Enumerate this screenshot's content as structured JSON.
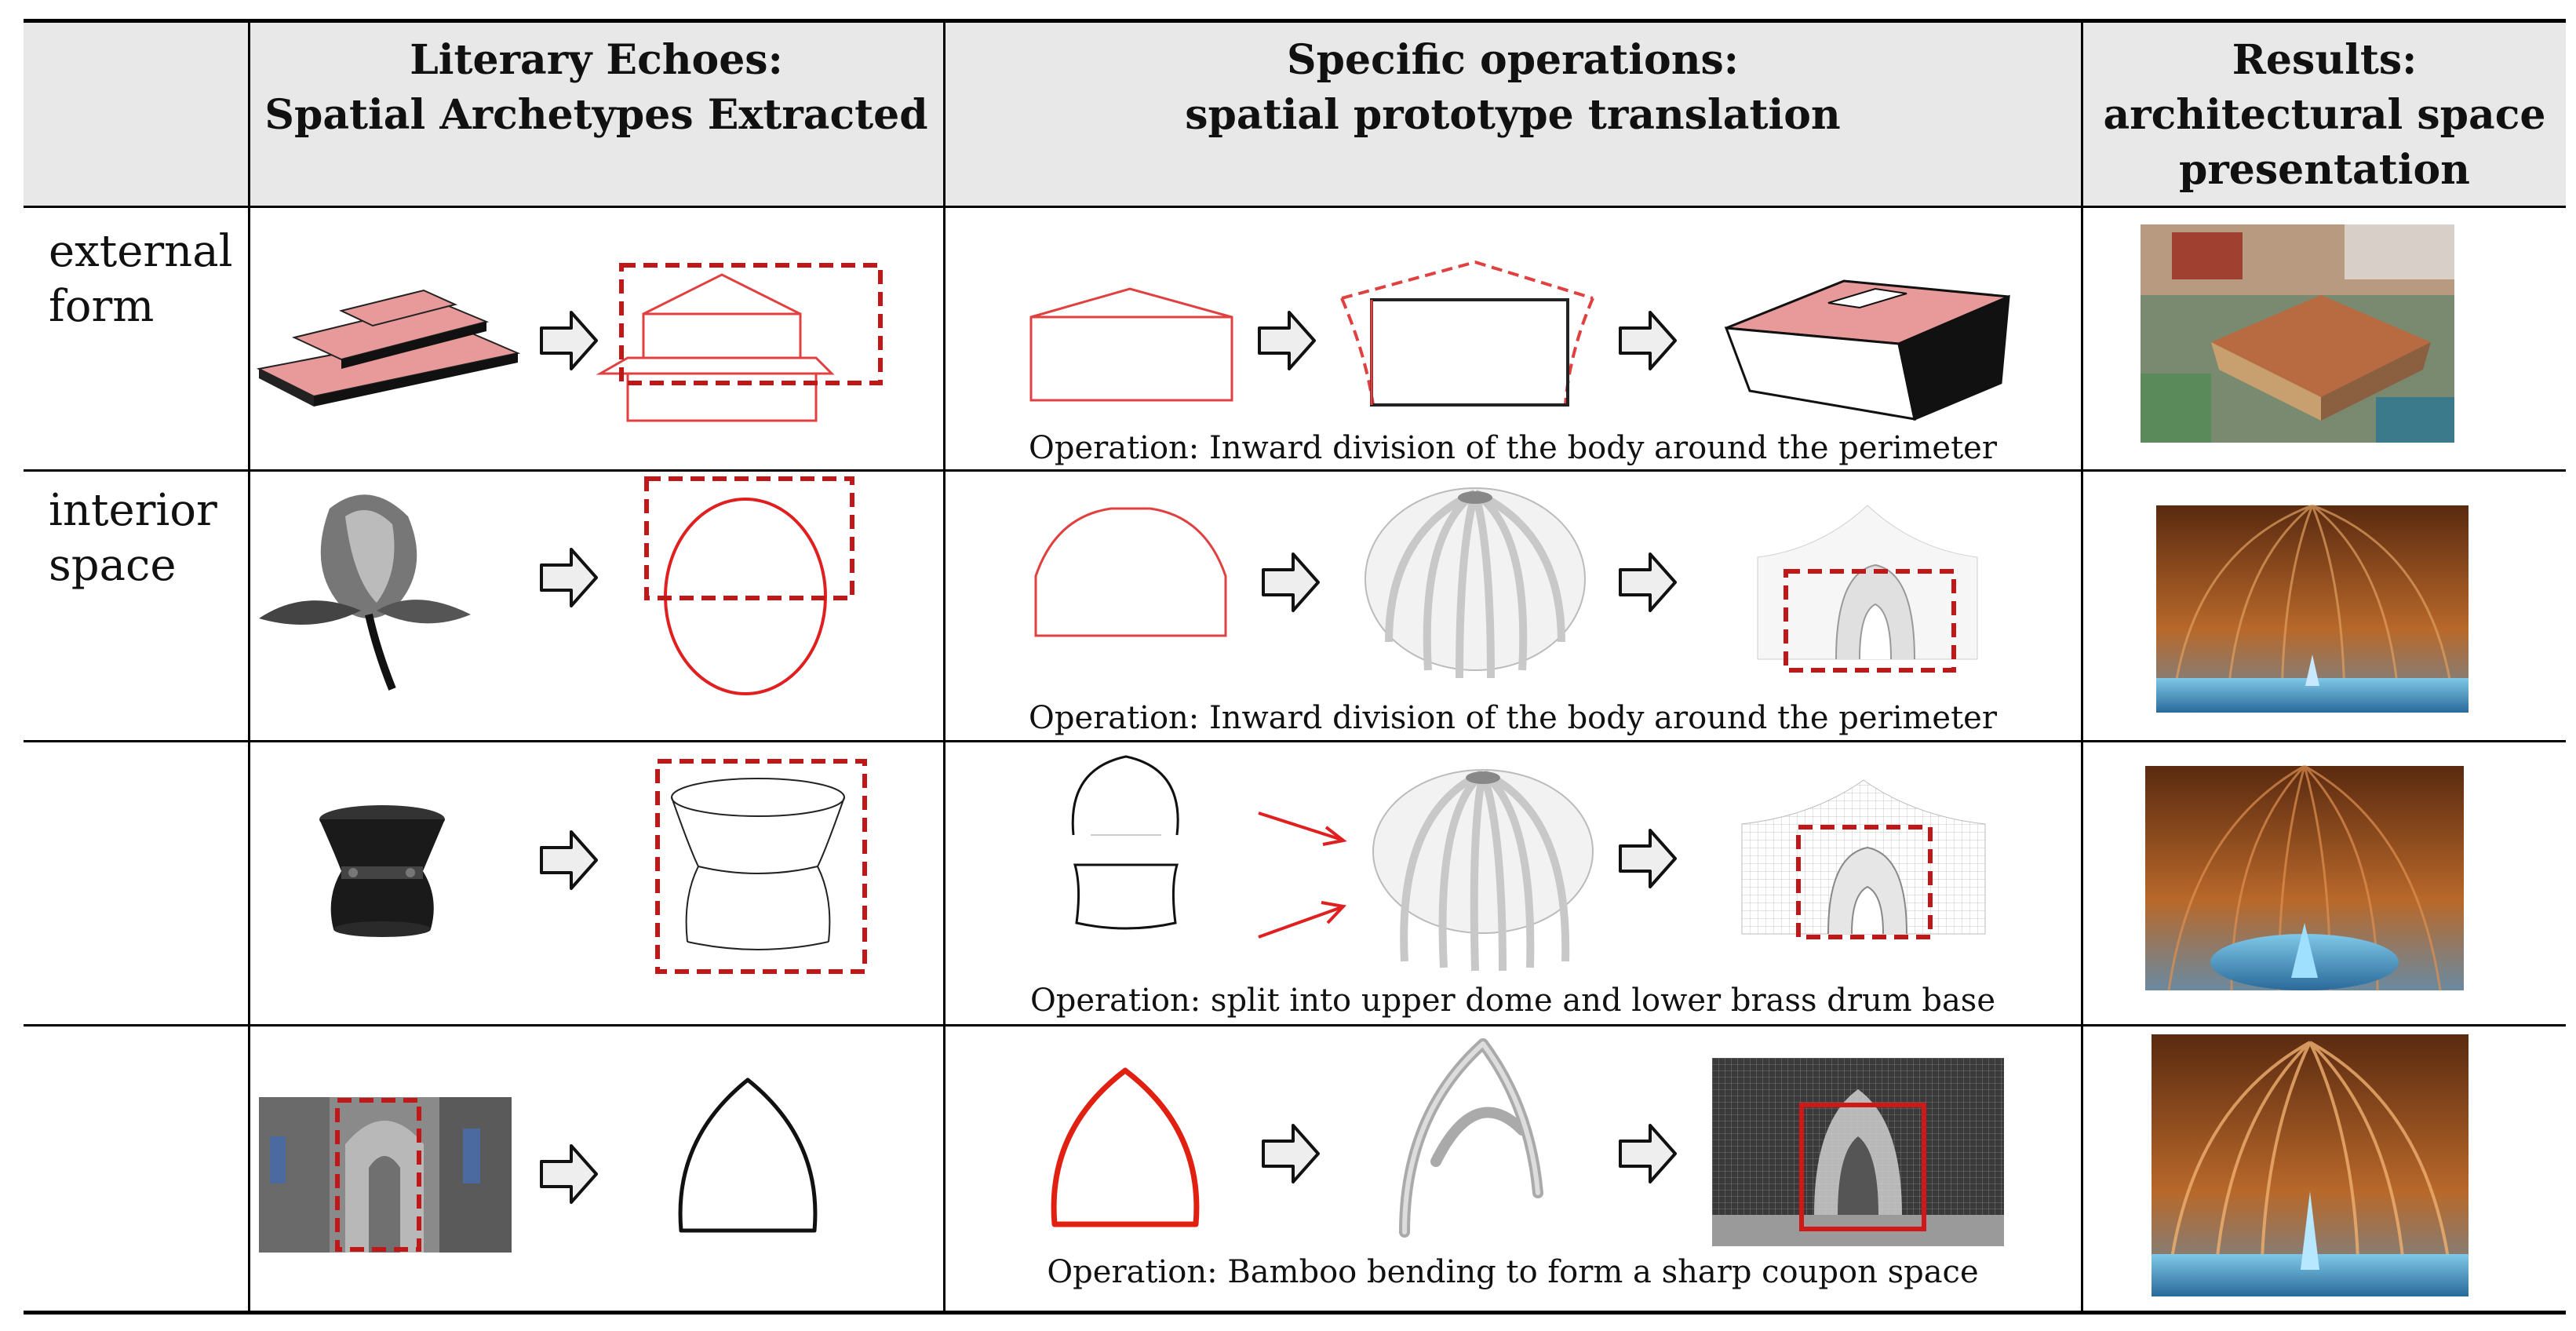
{
  "table": {
    "headers": [
      "",
      "Literary Echoes: Spatial Archetypes Extracted",
      "Specific operations: spatial prototype translation",
      "Results: architectural space presentation"
    ],
    "header_lines": {
      "col1": [
        "Literary Echoes:",
        "Spatial Archetypes Extracted"
      ],
      "col2": [
        "Specific operations:",
        "spatial prototype translation"
      ],
      "col3": [
        "Results:",
        "architectural space",
        "presentation"
      ]
    },
    "rows": [
      {
        "label_lines": [
          "external",
          "form"
        ],
        "operation": "Operation: Inward division of the body around the perimeter"
      },
      {
        "label_lines": [
          "interior",
          "space"
        ],
        "operation": "Operation: Inward division of the body around the perimeter"
      },
      {
        "label_lines": [],
        "operation": "Operation: split into upper dome and lower brass drum base"
      },
      {
        "label_lines": [],
        "operation": "Operation: Bamboo bending to form a sharp coupon space"
      }
    ]
  },
  "colors": {
    "header_bg": "#e8e8e8",
    "accent_red": "#d42020",
    "roof_pink": "#e89a9a",
    "bamboo_brown": "#9a5a22"
  }
}
